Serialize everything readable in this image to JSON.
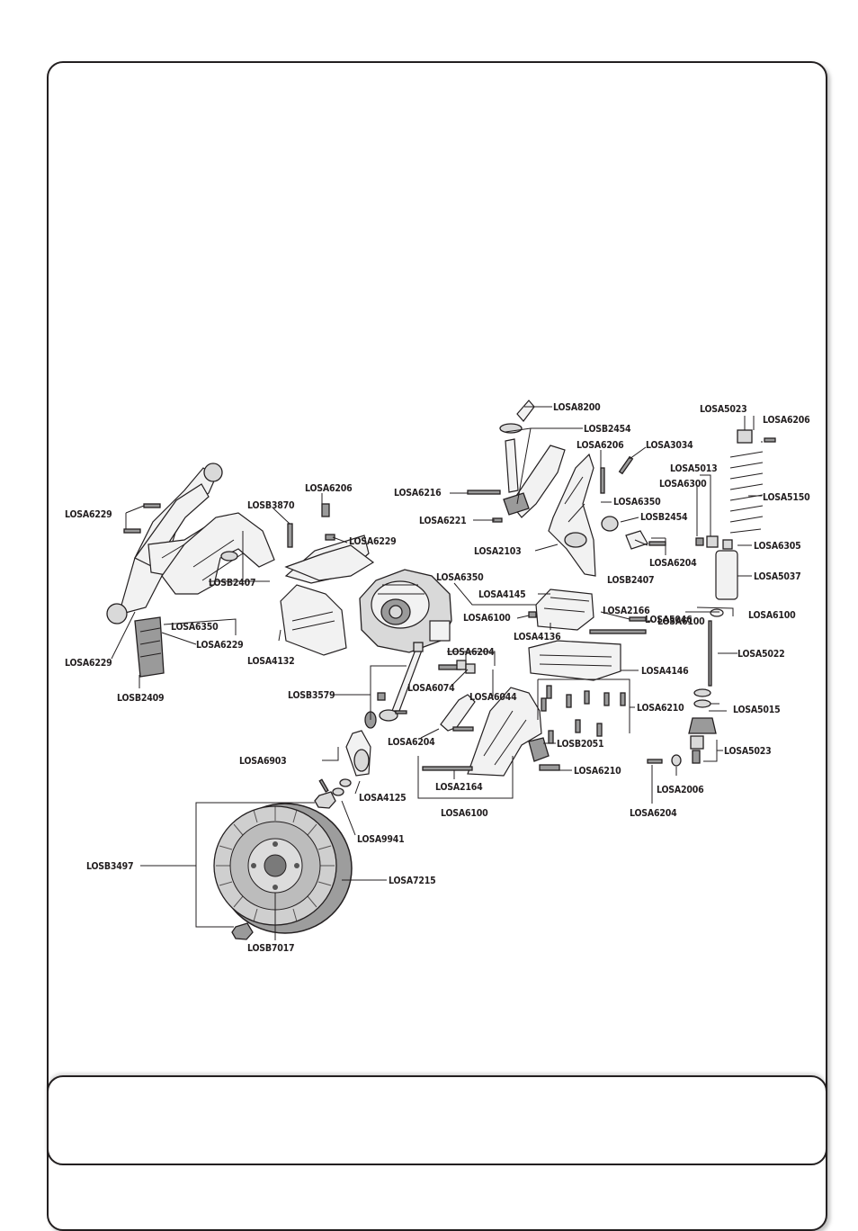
{
  "parts": {
    "p1": "LOSA8200",
    "p2": "LOSB2454",
    "p3": "LOSA6206",
    "p4": "LOSA3034",
    "p5": "LOSA5023",
    "p6": "LOSA6206",
    "p7": "LOSA5013",
    "p8": "LOSA6300",
    "p9": "LOSA5150",
    "p10": "LOSA6216",
    "p11": "LOSA6350",
    "p12": "LOSB2454",
    "p13": "LOSA6221",
    "p14": "LOSA2103",
    "p15": "LOSA6305",
    "p16": "LOSA6204",
    "p17": "LOSB2407",
    "p18": "LOSA5037",
    "p19": "LOSA6206",
    "p20": "LOSB3870",
    "p21": "LOSA6229",
    "p22": "LOSA6229",
    "p23": "LOSB2407",
    "p24": "LOSA6350",
    "p25": "LOSA4145",
    "p26": "LOSA6100",
    "p27": "LOSA2166",
    "p28": "LOSA5046",
    "p29": "LOSA6100",
    "p30": "LOSA4136",
    "p31": "LOSA6100",
    "p32": "LOSA6350",
    "p33": "LOSA6229",
    "p34": "LOSA4132",
    "p35": "LOSA6229",
    "p36": "LOSA5022",
    "p37": "LOSA6204",
    "p38": "LOSA4146",
    "p39": "LOSB2409",
    "p40": "LOSB3579",
    "p41": "LOSA6074",
    "p42": "LOSA6044",
    "p43": "LOSA6210",
    "p44": "LOSA5015",
    "p45": "LOSA6204",
    "p46": "LOSB2051",
    "p47": "LOSA5023",
    "p48": "LOSA6903",
    "p49": "LOSA6210",
    "p50": "LOSA4125",
    "p51": "LOSA2164",
    "p52": "LOSA2006",
    "p53": "LOSA6100",
    "p54": "LOSA6204",
    "p55": "LOSA9941",
    "p56": "LOSB3497",
    "p57": "LOSA7215",
    "p58": "LOSB7017"
  }
}
